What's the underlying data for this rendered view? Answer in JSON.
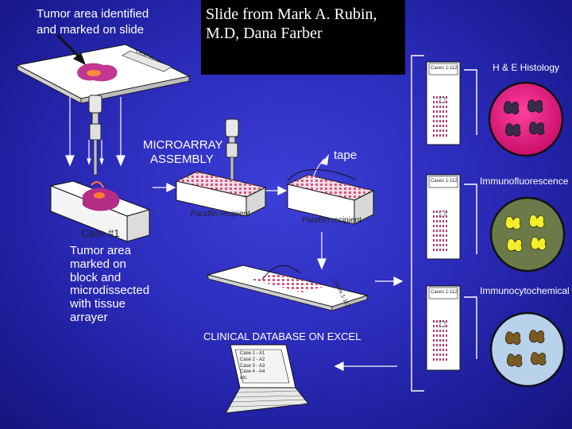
{
  "credit": "Slide from Mark A. Rubin, M.D, Dana Farber",
  "labels": {
    "tumor_identified_line1": "Tumor area identified",
    "tumor_identified_line2": "and marked on slide",
    "slide_tag": "CASE #1",
    "microarray_line1": "MICROARRAY",
    "microarray_line2": "ASSEMBLY",
    "tape": "tape",
    "case_block": "Case #1",
    "paraffin_1": "Paraffin recipient",
    "paraffin_2": "Paraffin recipient",
    "tumor_marked_lines": [
      "Tumor area",
      "marked on",
      "block and",
      "microdissected",
      "with tissue",
      "arrayer"
    ],
    "clinical_database": "CLINICAL DATABASE ON EXCEL",
    "array_slide_tag": "Cases 1-112"
  },
  "database_entries": [
    "Case 1 - A1",
    "Case 2 - A2",
    "Case 3 - A3",
    "Case 4 - A4",
    "etc."
  ],
  "stains": [
    {
      "title": "H & E Histology",
      "slide_tag": "Cases 1-112",
      "bg": "#e8197d",
      "cells": "#3a2a4a"
    },
    {
      "title": "Immunofluorescence",
      "slide_tag": "Cases 1-112",
      "bg": "#6b7a48",
      "cells": "#f3ee2a"
    },
    {
      "title": "Immunocytochemical",
      "slide_tag": "Cases 1-112",
      "bg": "#b8d2ec",
      "cells": "#7a5b22"
    }
  ]
}
